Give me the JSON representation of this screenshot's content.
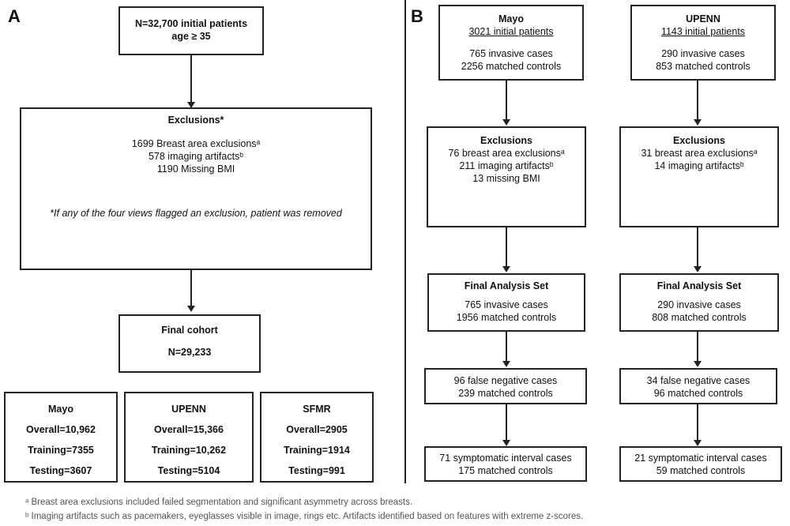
{
  "panel_a": {
    "label": "A",
    "initial": {
      "line1": "N=32,700 initial patients",
      "line2": "age ≥ 35"
    },
    "exclusions": {
      "title": "Exclusions*",
      "items": [
        "1699 Breast area exclusionsᵃ",
        "578 imaging artifactsᵇ",
        "1190 Missing BMI"
      ],
      "note": "*If any of the four views flagged an exclusion, patient was removed"
    },
    "final_cohort": {
      "title": "Final cohort",
      "n": "N=29,233"
    },
    "sites": [
      {
        "name": "Mayo",
        "overall": "Overall=10,962",
        "training": "Training=7355",
        "testing": "Testing=3607"
      },
      {
        "name": "UPENN",
        "overall": "Overall=15,366",
        "training": "Training=10,262",
        "testing": "Testing=5104"
      },
      {
        "name": "SFMR",
        "overall": "Overall=2905",
        "training": "Training=1914",
        "testing": "Testing=991"
      }
    ]
  },
  "panel_b": {
    "label": "B",
    "mayo": {
      "name": "Mayo",
      "initial": "3021 initial patients",
      "cases": "765 invasive cases",
      "controls": "2256 matched controls",
      "exclusions_title": "Exclusions",
      "exclusions": [
        "76 breast area exclusionsᵃ",
        "211 imaging artifactsᵇ",
        "13 missing BMI"
      ],
      "final_title": "Final Analysis Set",
      "final_cases": "765 invasive cases",
      "final_controls": "1956 matched controls",
      "fn_cases": "96 false negative cases",
      "fn_controls": "239 matched controls",
      "interval_cases": "71 symptomatic interval cases",
      "interval_controls": "175 matched controls"
    },
    "upenn": {
      "name": "UPENN",
      "initial": "1143 initial patients",
      "cases": "290 invasive cases",
      "controls": "853 matched controls",
      "exclusions_title": "Exclusions",
      "exclusions": [
        "31 breast area exclusionsᵃ",
        "14 imaging artifactsᵇ"
      ],
      "final_title": "Final Analysis Set",
      "final_cases": "290 invasive cases",
      "final_controls": "808 matched controls",
      "fn_cases": "34 false negative cases",
      "fn_controls": "96 matched controls",
      "interval_cases": "21 symptomatic interval cases",
      "interval_controls": "59 matched controls"
    }
  },
  "footnotes": [
    "ᵃ Breast area exclusions included failed segmentation and significant asymmetry across breasts.",
    "ᵇ Imaging artifacts such as pacemakers, eyeglasses visible in image, rings etc.  Artifacts identified based on features with extreme z-scores."
  ]
}
